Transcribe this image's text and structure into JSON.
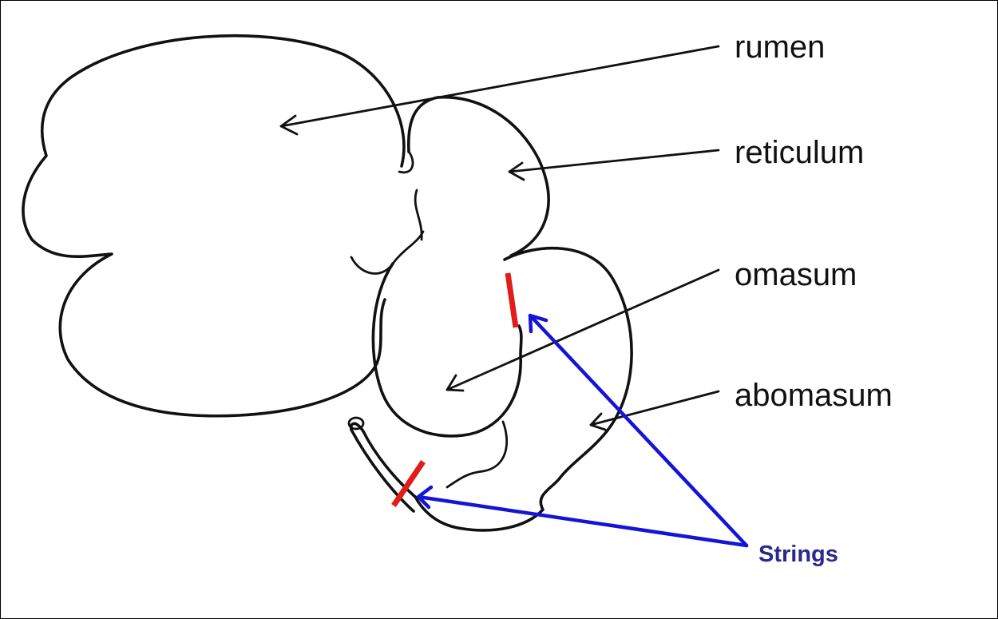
{
  "labels": {
    "rumen": "rumen",
    "reticulum": "reticulum",
    "omasum": "omasum",
    "abomasum": "abomasum",
    "strings": "Strings"
  },
  "colors": {
    "outline": "#111111",
    "string_marker": "#e21b1b",
    "string_arrow": "#1414d6",
    "strings_text": "#2a2a8c"
  },
  "icons": {
    "string_marker": "red-bar",
    "pointer": "arrow"
  }
}
